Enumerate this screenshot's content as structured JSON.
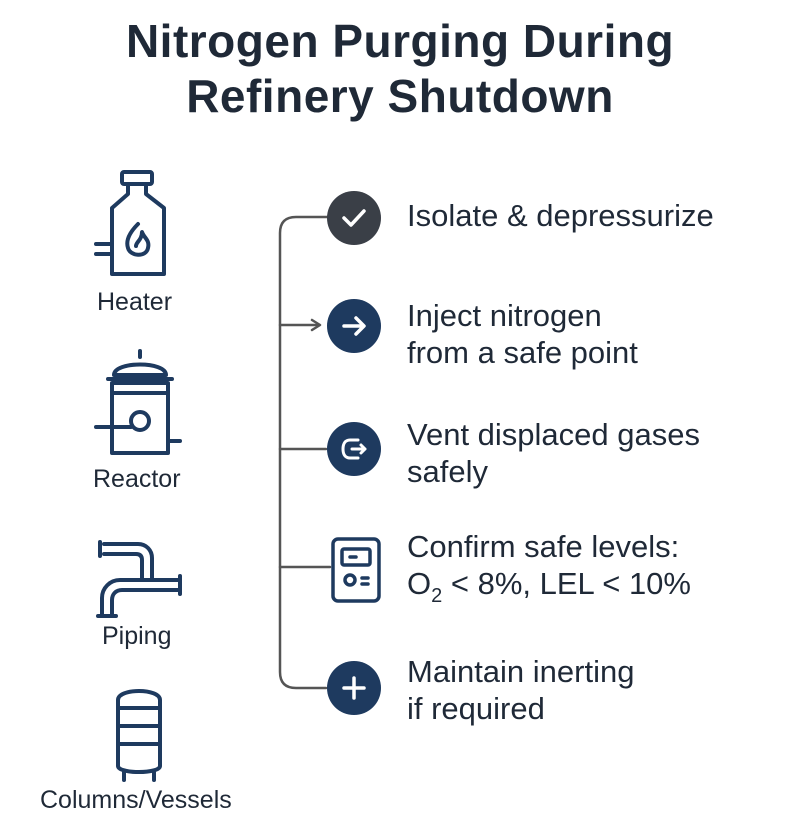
{
  "title": {
    "line1": "Nitrogen Purging During",
    "line2": "Refinery Shutdown"
  },
  "colors": {
    "navy": "#1e3a5f",
    "gray_dark": "#3a3f47",
    "text": "#1f2937",
    "line": "#555555"
  },
  "equipment": [
    {
      "label": "Heater",
      "icon": "heater-icon"
    },
    {
      "label": "Reactor",
      "icon": "reactor-icon"
    },
    {
      "label": "Piping",
      "icon": "piping-icon"
    },
    {
      "label": "Columns/Vessels",
      "icon": "column-vessel-icon"
    }
  ],
  "steps": [
    {
      "icon": "check-icon",
      "line1": "Isolate & depressurize",
      "line2": ""
    },
    {
      "icon": "arrow-right-icon",
      "line1": "Inject nitrogen",
      "line2": "from a safe point"
    },
    {
      "icon": "vent-icon",
      "line1": "Vent displaced gases",
      "line2": "safely"
    },
    {
      "icon": "gas-detector-icon",
      "line1": "Confirm safe levels:",
      "line2_prefix": "O",
      "line2_sub": "2",
      "line2_rest": " < 8%, LEL < 10%"
    },
    {
      "icon": "plus-icon",
      "line1": "Maintain inerting",
      "line2": "if required"
    }
  ]
}
